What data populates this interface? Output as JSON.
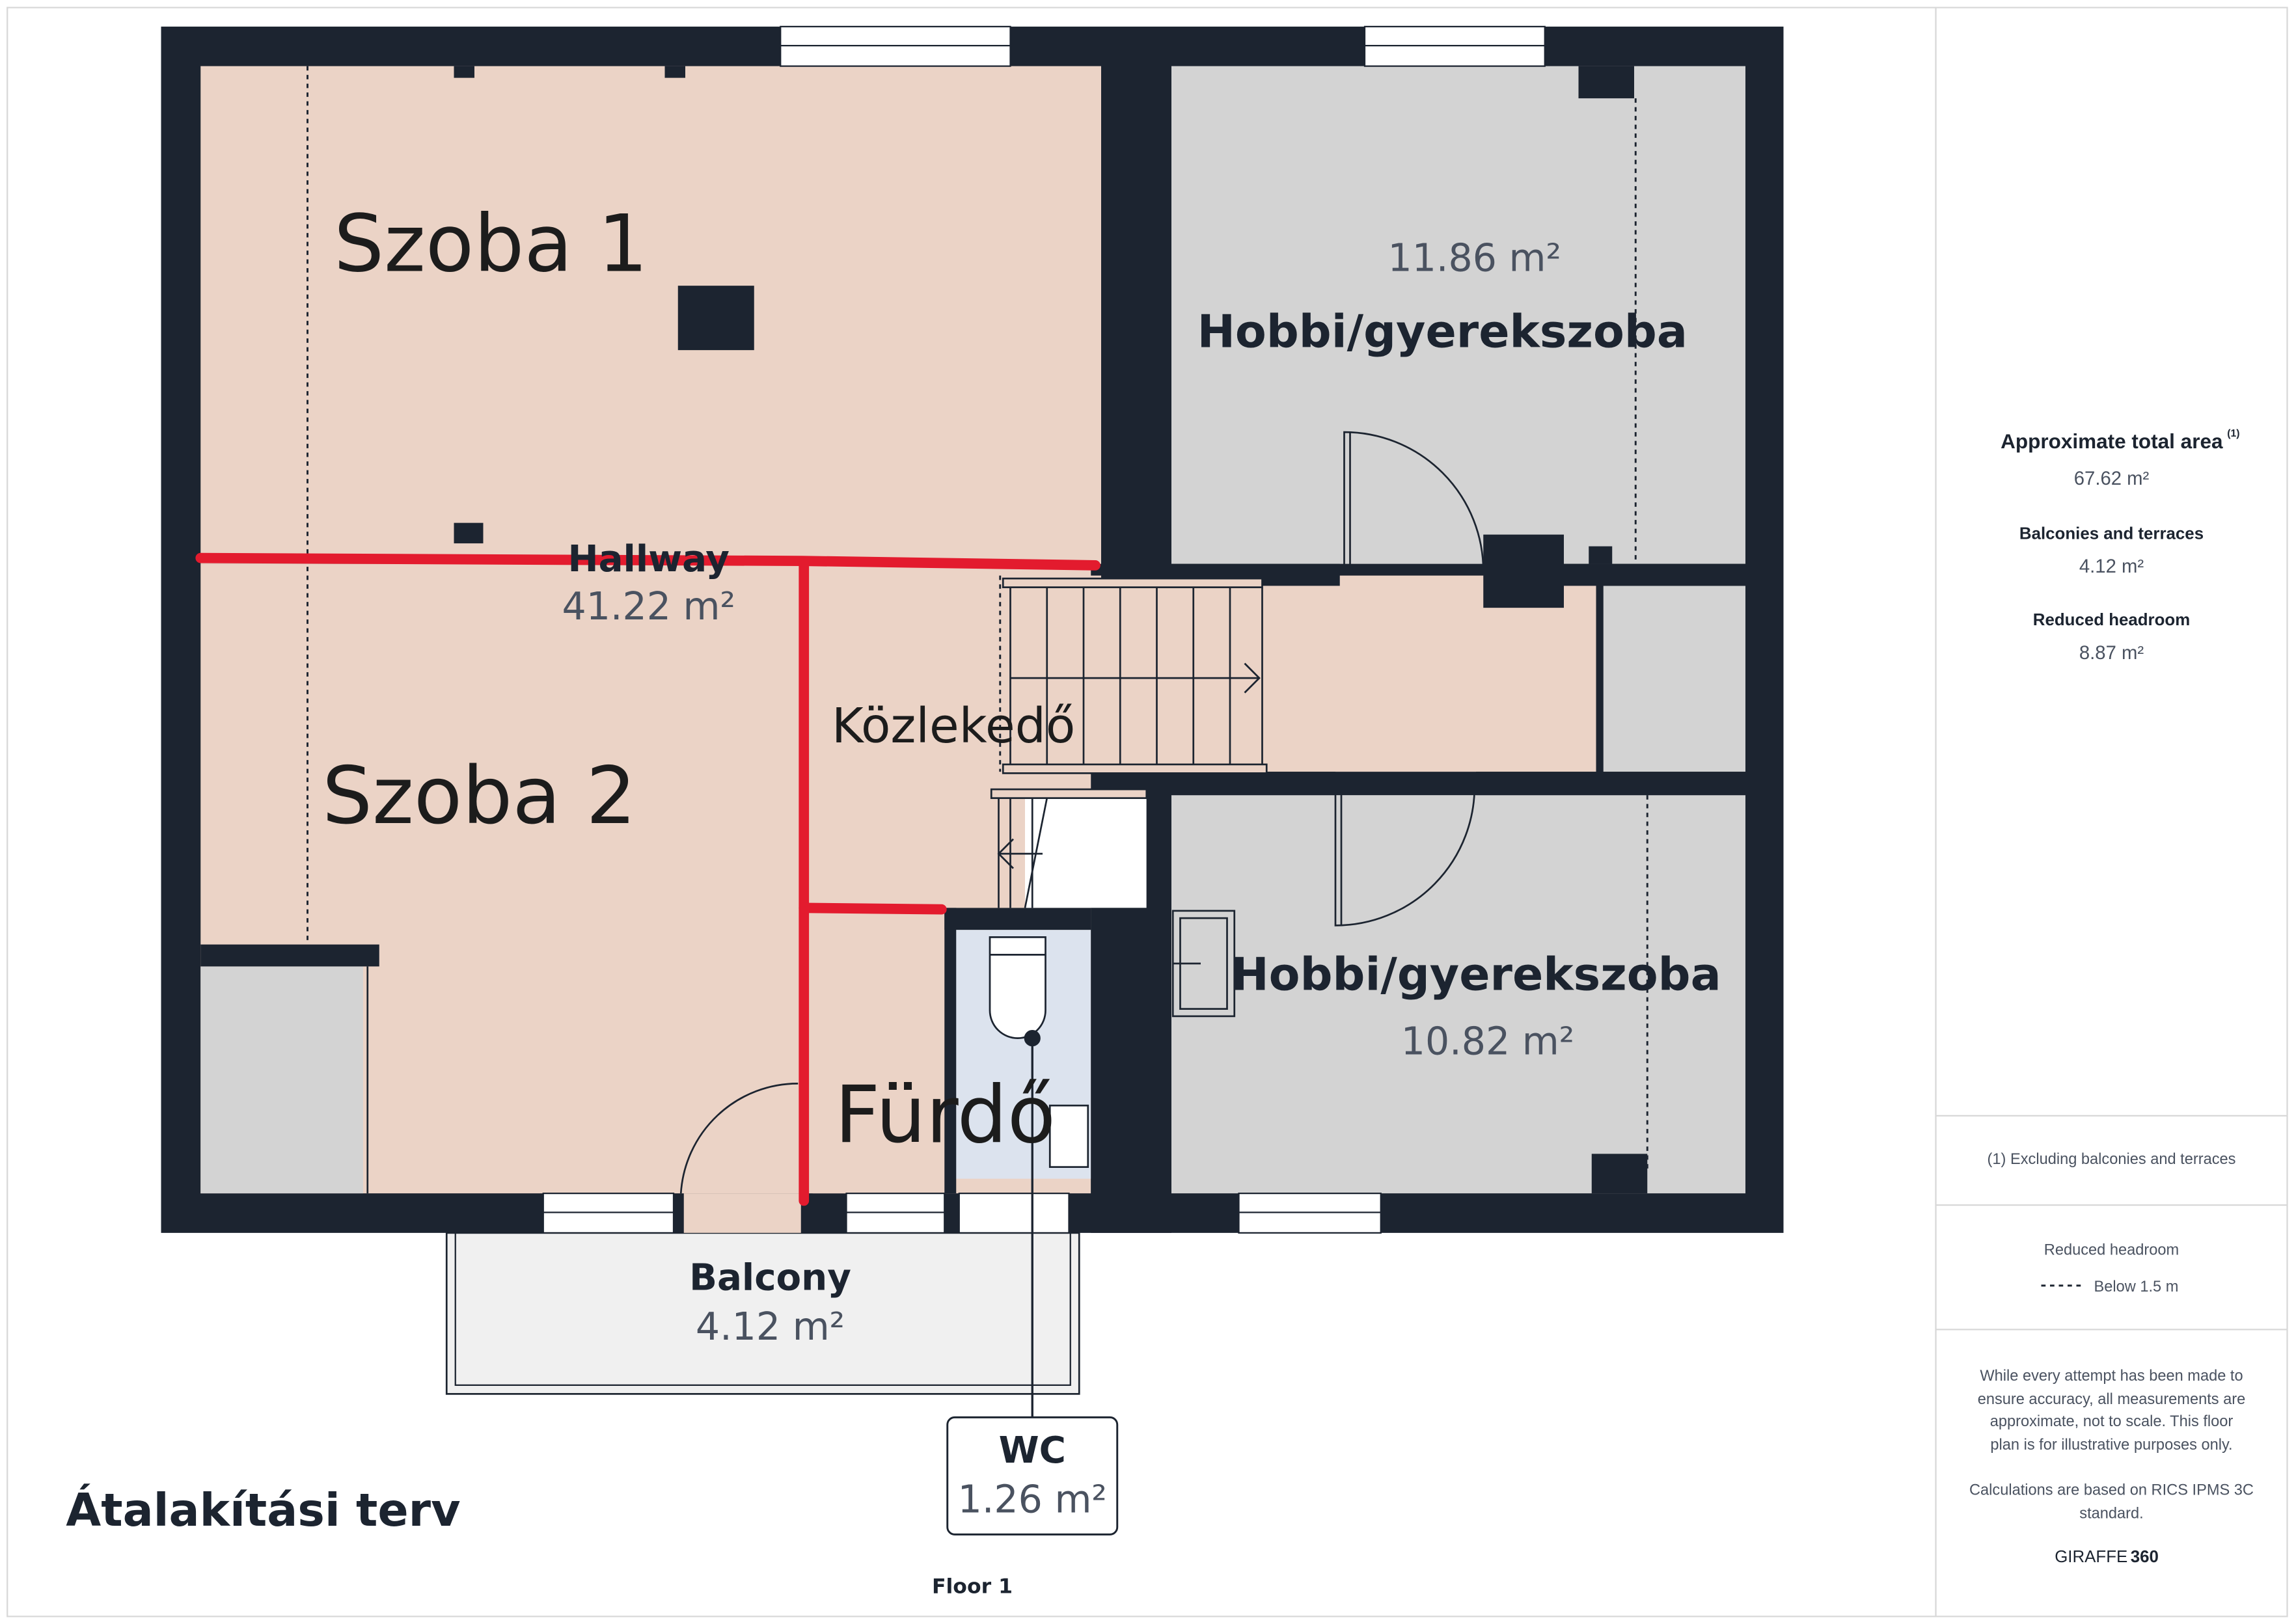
{
  "plan": {
    "title": "Átalakítási terv",
    "floor_label": "Floor 1",
    "rooms": {
      "szoba1": {
        "name": "Szoba 1"
      },
      "szoba2": {
        "name": "Szoba 2"
      },
      "hallway": {
        "name": "Hallway",
        "area": "41.22 m²"
      },
      "kozlekedo": {
        "name": "Közlekedő"
      },
      "hobbi_top": {
        "name": "Hobbi/gyerekszoba",
        "area": "11.86 m²"
      },
      "hobbi_bottom": {
        "name": "Hobbi/gyerekszoba",
        "area": "10.82 m²"
      },
      "furdo": {
        "name": "Fürdő"
      },
      "balcony": {
        "name": "Balcony",
        "area": "4.12 m²"
      },
      "wc": {
        "name": "WC",
        "area": "1.26 m²"
      }
    }
  },
  "panel": {
    "total_label": "Approximate total area",
    "total_sup": "(1)",
    "total_value": "67.62 m²",
    "balconies_label": "Balconies and terraces",
    "balconies_value": "4.12 m²",
    "reduced_label": "Reduced headroom",
    "reduced_value": "8.87 m²",
    "footnote": "(1) Excluding balconies and terraces",
    "legend_title": "Reduced headroom",
    "legend_item": "Below 1.5 m",
    "disclaimer": [
      "While every attempt has been made to",
      "ensure accuracy, all measurements are",
      "approximate, not to scale. This floor",
      "plan is for illustrative purposes only."
    ],
    "calculation": [
      "Calculations are based on RICS IPMS 3C",
      "standard."
    ],
    "brand_a": "GIRAFFE",
    "brand_b": "360"
  },
  "colors": {
    "wall": "#1c2430",
    "room_pink": "#ebd3c6",
    "room_grey": "#d3d3d3",
    "wc_blue": "#dce3ee",
    "markup_red": "#e31b2e"
  }
}
